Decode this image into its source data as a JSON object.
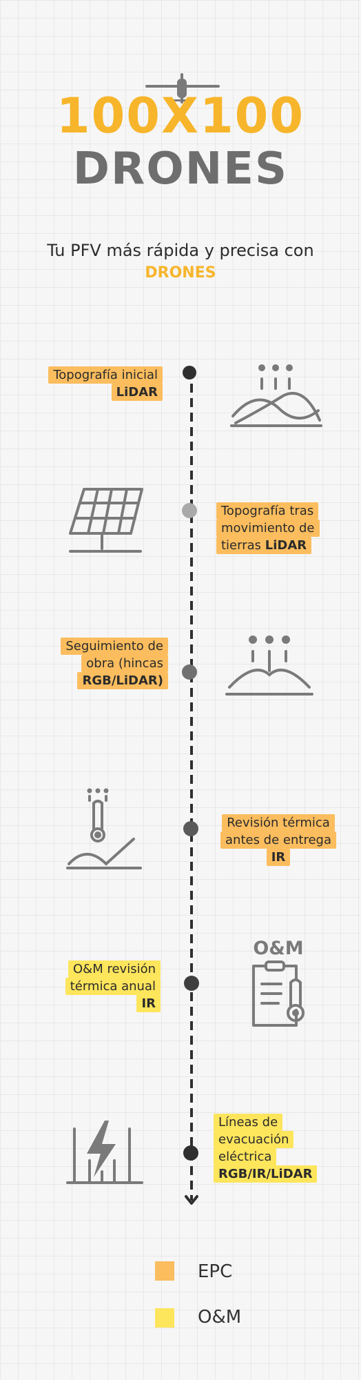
{
  "header": {
    "logo_line1": "100X100",
    "logo_line2": "DRONES",
    "subtitle": "Tu PFV más rápida y precisa con",
    "subtitle_accent": "DRONES"
  },
  "colors": {
    "epc": "#fbbd5e",
    "om": "#fde55c",
    "accent": "#f7b52b",
    "icon_gray": "#7a7a7a",
    "timeline": "#2f2f2f"
  },
  "timeline": {
    "steps": [
      {
        "text": "Topografía inicial",
        "tech": "LiDAR",
        "category": "EPC",
        "icon": "terrain-scan-icon"
      },
      {
        "text": "Topografía tras movimiento de tierras",
        "tech": "LiDAR",
        "category": "EPC",
        "icon": "solar-panel-icon"
      },
      {
        "text": "Seguimiento de obra (hincas",
        "tech": "RGB/LiDAR)",
        "category": "EPC",
        "icon": "pile-tracking-icon"
      },
      {
        "text": "Revisión térmica antes de entrega",
        "tech": "IR",
        "category": "EPC",
        "icon": "thermometer-terrain-icon"
      },
      {
        "text": "O&M revisión térmica anual",
        "tech": "IR",
        "category": "O&M",
        "icon": "clipboard-thermometer-icon"
      },
      {
        "text": "Líneas de evacuación eléctrica",
        "tech": "RGB/IR/LiDAR",
        "category": "O&M",
        "icon": "power-line-icon"
      }
    ],
    "icon_caption_om": "O&M"
  },
  "legend": {
    "items": [
      {
        "label": "EPC",
        "color": "#fbbd5e"
      },
      {
        "label": "O&M",
        "color": "#fde55c"
      }
    ]
  }
}
